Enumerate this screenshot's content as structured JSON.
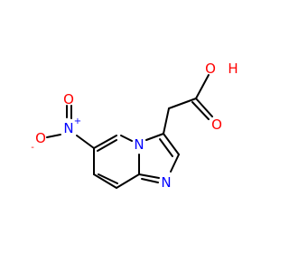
{
  "molecule": {
    "atoms": {
      "hydroxyl_o": "O",
      "hydroxyl_h": "H",
      "carbonyl_o": "O",
      "bridge_n": "N",
      "imidazole_n": "N",
      "nitro_n": "N",
      "nitro_n_charge": "+",
      "nitro_o_minus": "O",
      "nitro_o_minus_charge": "-",
      "nitro_o": "O"
    },
    "colors": {
      "bond": "#000000",
      "oxygen": "#ff0000",
      "nitrogen": "#0000ff"
    }
  }
}
